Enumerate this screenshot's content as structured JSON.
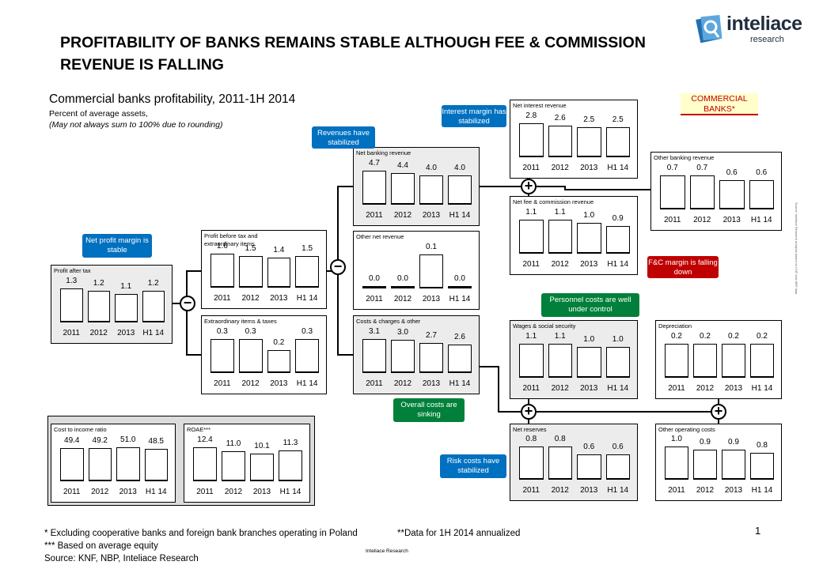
{
  "title": "PROFITABILITY OF BANKS REMAINS STABLE ALTHOUGH FEE & COMMISSION REVENUE IS FALLING",
  "logo": {
    "name": "inteliace",
    "sub": "research"
  },
  "subtitle": "Commercial banks profitability, 2011-1H 2014",
  "subtitle_line1": "Percent of average assets,",
  "subtitle_line2": "(May not always sum to 100% due to rounding)",
  "segment_label": "COMMERCIAL BANKS*",
  "side_note": "Source: Inteliace Research analysis based on KNF and NBP data",
  "colors": {
    "callout_blue": "#0070c0",
    "callout_green": "#00803a",
    "callout_red": "#c00000",
    "panel_grey": "#ececec"
  },
  "chart_data": [
    {
      "id": "profit_after_tax",
      "type": "bar",
      "title": "Profit after tax",
      "categories": [
        "2011",
        "2012",
        "2013",
        "H1 14"
      ],
      "values": [
        1.3,
        1.2,
        1.1,
        1.2
      ]
    },
    {
      "id": "profit_before_tax",
      "type": "bar",
      "title": "Profit before tax and\nextraordinary items",
      "categories": [
        "2011",
        "2012",
        "2013",
        "H1 14"
      ],
      "values": [
        1.6,
        1.5,
        1.4,
        1.5
      ]
    },
    {
      "id": "extraordinary",
      "type": "bar",
      "title": "Extraordinary items & taxes",
      "categories": [
        "2011",
        "2012",
        "2013",
        "H1 14"
      ],
      "values": [
        0.3,
        0.3,
        0.2,
        0.3
      ]
    },
    {
      "id": "net_banking_revenue",
      "type": "bar",
      "title": "Net banking revenue",
      "categories": [
        "2011",
        "2012",
        "2013",
        "H1 14"
      ],
      "values": [
        4.7,
        4.4,
        4.0,
        4.0
      ]
    },
    {
      "id": "other_net_revenue",
      "type": "bar",
      "title": "Other net revenue",
      "categories": [
        "2011",
        "2012",
        "2013",
        "H1 14"
      ],
      "values": [
        0.0,
        0.0,
        0.1,
        0.0
      ]
    },
    {
      "id": "costs_charges",
      "type": "bar",
      "title": "Costs & charges  & other",
      "categories": [
        "2011",
        "2012",
        "2013",
        "H1 14"
      ],
      "values": [
        3.1,
        3.0,
        2.7,
        2.6
      ]
    },
    {
      "id": "net_interest_revenue",
      "type": "bar",
      "title": "Net interest  revenue",
      "categories": [
        "2011",
        "2012",
        "2013",
        "H1 14"
      ],
      "values": [
        2.8,
        2.6,
        2.5,
        2.5
      ]
    },
    {
      "id": "net_fee_commission",
      "type": "bar",
      "title": "Net fee & commission revenue",
      "categories": [
        "2011",
        "2012",
        "2013",
        "H1 14"
      ],
      "values": [
        1.1,
        1.1,
        1.0,
        0.9
      ]
    },
    {
      "id": "other_banking_revenue",
      "type": "bar",
      "title": "Other banking revenue",
      "categories": [
        "2011",
        "2012",
        "2013",
        "H1 14"
      ],
      "values": [
        0.7,
        0.7,
        0.6,
        0.6
      ]
    },
    {
      "id": "wages",
      "type": "bar",
      "title": "Wages  & social security",
      "categories": [
        "2011",
        "2012",
        "2013",
        "H1 14"
      ],
      "values": [
        1.1,
        1.1,
        1.0,
        1.0
      ]
    },
    {
      "id": "depreciation",
      "type": "bar",
      "title": "Depreciation",
      "categories": [
        "2011",
        "2012",
        "2013",
        "H1 14"
      ],
      "values": [
        0.2,
        0.2,
        0.2,
        0.2
      ]
    },
    {
      "id": "net_reserves",
      "type": "bar",
      "title": "Net reserves",
      "categories": [
        "2011",
        "2012",
        "2013",
        "H1 14"
      ],
      "values": [
        0.8,
        0.8,
        0.6,
        0.6
      ]
    },
    {
      "id": "other_operating_costs",
      "type": "bar",
      "title": "Other operating costs",
      "categories": [
        "2011",
        "2012",
        "2013",
        "H1 14"
      ],
      "values": [
        1.0,
        0.9,
        0.9,
        0.8
      ]
    },
    {
      "id": "cost_to_income",
      "type": "bar",
      "title": "Cost to income ratio",
      "categories": [
        "2011",
        "2012",
        "2013",
        "H1 14"
      ],
      "values": [
        49.4,
        49.2,
        51.0,
        48.5
      ]
    },
    {
      "id": "roae",
      "type": "bar",
      "title": "ROAE***",
      "categories": [
        "2011",
        "2012",
        "2013",
        "H1 14"
      ],
      "values": [
        12.4,
        11.0,
        10.1,
        11.3
      ]
    }
  ],
  "callouts": {
    "net_profit": "Net profit margin is stable",
    "revenues": "Revenues have stabilized",
    "interest": "Interest margin has stabilized",
    "fc": "F&C margin is falling down",
    "personnel": "Personnel costs are well under control",
    "overall": "Overall costs are sinking",
    "risk": "Risk costs  have stabilized"
  },
  "operators": {
    "minus": "−",
    "plus": "+"
  },
  "footnotes": {
    "f1": "* Excluding cooperative banks and foreign bank branches operating in Poland",
    "f2": "**Data for 1H 2014 annualized",
    "f3": "***  Based on average equity",
    "source": "Source: KNF, NBP, Inteliace Research",
    "center": "Inteliace Research",
    "page": "1"
  }
}
